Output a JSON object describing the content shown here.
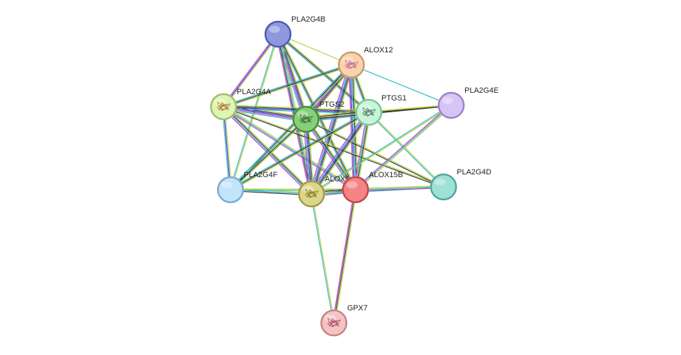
{
  "nodes": [
    {
      "id": "PLA2G4B",
      "label": "PLA2G4B",
      "color": "#8f97dd",
      "stroke": "#4c5aae",
      "structure": false
    },
    {
      "id": "ALOX12",
      "label": "ALOX12",
      "color": "#f8d3ad",
      "stroke": "#c99a6c",
      "structure": true,
      "glyph": "#c05a8a"
    },
    {
      "id": "PLA2G4A",
      "label": "PLA2G4A",
      "color": "#def5b5",
      "stroke": "#9fbf6a",
      "structure": true,
      "glyph": "#b06010"
    },
    {
      "id": "PTGS2",
      "label": "PTGS2",
      "color": "#86d07a",
      "stroke": "#3f8f36",
      "structure": true,
      "glyph": "#2d5a2a"
    },
    {
      "id": "PTGS1",
      "label": "PTGS1",
      "color": "#c7f5d8",
      "stroke": "#7cc49c",
      "structure": true,
      "glyph": "#3f6d55"
    },
    {
      "id": "PLA2G4E",
      "label": "PLA2G4E",
      "color": "#d8c3f7",
      "stroke": "#9c82c8",
      "structure": false
    },
    {
      "id": "PLA2G4F",
      "label": "PLA2G4F",
      "color": "#c2e4f9",
      "stroke": "#7aaad0",
      "structure": false
    },
    {
      "id": "ALOX5",
      "label": "ALOX5",
      "color": "#dcd68a",
      "stroke": "#9e9848",
      "structure": true,
      "glyph": "#7d7010"
    },
    {
      "id": "ALOX15B",
      "label": "ALOX15B",
      "color": "#f58486",
      "stroke": "#c24547",
      "structure": false
    },
    {
      "id": "PLA2G4D",
      "label": "PLA2G4D",
      "color": "#9fe1d6",
      "stroke": "#4ea798",
      "structure": false
    },
    {
      "id": "GPX7",
      "label": "GPX7",
      "color": "#f5c3c3",
      "stroke": "#c28686",
      "structure": true,
      "glyph": "#a0405a"
    }
  ],
  "edges": [
    {
      "a": "PLA2G4B",
      "b": "PLA2G4A",
      "types": [
        "yellowgreen",
        "blue",
        "purple"
      ]
    },
    {
      "a": "PLA2G4B",
      "b": "ALOX12",
      "types": [
        "yellowgreen"
      ]
    },
    {
      "a": "PLA2G4B",
      "b": "PTGS2",
      "types": [
        "yellowgreen",
        "black",
        "blue",
        "purple",
        "cyan"
      ]
    },
    {
      "a": "PLA2G4B",
      "b": "PTGS1",
      "types": [
        "yellowgreen",
        "black",
        "cyan"
      ]
    },
    {
      "a": "PLA2G4B",
      "b": "ALOX5",
      "types": [
        "yellowgreen",
        "cyan",
        "black",
        "purple"
      ]
    },
    {
      "a": "PLA2G4B",
      "b": "ALOX15B",
      "types": [
        "yellowgreen",
        "black",
        "cyan"
      ]
    },
    {
      "a": "PLA2G4B",
      "b": "PLA2G4F",
      "types": [
        "yellowgreen",
        "cyan"
      ]
    },
    {
      "a": "ALOX12",
      "b": "PLA2G4A",
      "types": [
        "yellowgreen",
        "black",
        "cyan"
      ]
    },
    {
      "a": "ALOX12",
      "b": "PTGS2",
      "types": [
        "yellowgreen",
        "black",
        "blue",
        "purple",
        "cyan"
      ]
    },
    {
      "a": "ALOX12",
      "b": "PTGS1",
      "types": [
        "yellowgreen",
        "black",
        "cyan"
      ]
    },
    {
      "a": "ALOX12",
      "b": "PLA2G4E",
      "types": [
        "cyan"
      ]
    },
    {
      "a": "ALOX12",
      "b": "ALOX5",
      "types": [
        "yellowgreen",
        "black",
        "blue",
        "cyan",
        "purple"
      ]
    },
    {
      "a": "ALOX12",
      "b": "ALOX15B",
      "types": [
        "yellowgreen",
        "black",
        "cyan",
        "blue",
        "purple"
      ]
    },
    {
      "a": "ALOX12",
      "b": "PLA2G4F",
      "types": [
        "yellowgreen",
        "black",
        "cyan"
      ]
    },
    {
      "a": "PLA2G4A",
      "b": "PTGS2",
      "types": [
        "yellowgreen",
        "black",
        "blue",
        "purple",
        "cyan"
      ]
    },
    {
      "a": "PLA2G4A",
      "b": "PTGS1",
      "types": [
        "yellowgreen",
        "black",
        "blue",
        "cyan"
      ]
    },
    {
      "a": "PLA2G4A",
      "b": "PLA2G4F",
      "types": [
        "yellowgreen",
        "blue",
        "cyan"
      ]
    },
    {
      "a": "PLA2G4A",
      "b": "ALOX5",
      "types": [
        "yellowgreen",
        "black",
        "cyan",
        "purple"
      ]
    },
    {
      "a": "PLA2G4A",
      "b": "ALOX15B",
      "types": [
        "yellowgreen",
        "cyan",
        "purple"
      ]
    },
    {
      "a": "PLA2G4A",
      "b": "PLA2G4D",
      "types": [
        "yellowgreen",
        "black"
      ]
    },
    {
      "a": "PTGS2",
      "b": "PTGS1",
      "types": [
        "yellowgreen",
        "black",
        "blue",
        "purple",
        "cyan"
      ]
    },
    {
      "a": "PTGS2",
      "b": "PLA2G4E",
      "types": [
        "yellowgreen",
        "black"
      ]
    },
    {
      "a": "PTGS2",
      "b": "PLA2G4F",
      "types": [
        "yellowgreen",
        "black",
        "cyan"
      ]
    },
    {
      "a": "PTGS2",
      "b": "ALOX5",
      "types": [
        "yellowgreen",
        "black",
        "blue",
        "cyan",
        "purple"
      ]
    },
    {
      "a": "PTGS2",
      "b": "ALOX15B",
      "types": [
        "yellowgreen",
        "black",
        "cyan",
        "purple"
      ]
    },
    {
      "a": "PTGS2",
      "b": "PLA2G4D",
      "types": [
        "yellowgreen",
        "black"
      ]
    },
    {
      "a": "PTGS1",
      "b": "PLA2G4E",
      "types": [
        "yellowgreen",
        "black"
      ]
    },
    {
      "a": "PTGS1",
      "b": "PLA2G4F",
      "types": [
        "yellowgreen",
        "black",
        "cyan"
      ]
    },
    {
      "a": "PTGS1",
      "b": "ALOX5",
      "types": [
        "yellowgreen",
        "black",
        "blue",
        "cyan",
        "purple"
      ]
    },
    {
      "a": "PTGS1",
      "b": "ALOX15B",
      "types": [
        "yellowgreen",
        "black",
        "cyan",
        "purple"
      ]
    },
    {
      "a": "PTGS1",
      "b": "PLA2G4D",
      "types": [
        "yellowgreen",
        "cyan"
      ]
    },
    {
      "a": "PLA2G4E",
      "b": "ALOX5",
      "types": [
        "yellowgreen",
        "cyan"
      ]
    },
    {
      "a": "PLA2G4E",
      "b": "ALOX15B",
      "types": [
        "yellowgreen",
        "cyan",
        "purple"
      ]
    },
    {
      "a": "PLA2G4F",
      "b": "ALOX5",
      "types": [
        "yellowgreen",
        "cyan",
        "black"
      ]
    },
    {
      "a": "PLA2G4F",
      "b": "ALOX15B",
      "types": [
        "yellowgreen",
        "cyan"
      ]
    },
    {
      "a": "ALOX5",
      "b": "ALOX15B",
      "types": [
        "yellowgreen",
        "black",
        "blue",
        "cyan",
        "purple"
      ]
    },
    {
      "a": "ALOX5",
      "b": "PLA2G4D",
      "types": [
        "yellowgreen",
        "cyan"
      ]
    },
    {
      "a": "ALOX5",
      "b": "GPX7",
      "types": [
        "yellowgreen",
        "cyan"
      ]
    },
    {
      "a": "ALOX15B",
      "b": "PLA2G4D",
      "types": [
        "yellowgreen",
        "cyan",
        "purple"
      ]
    },
    {
      "a": "ALOX15B",
      "b": "GPX7",
      "types": [
        "yellowgreen",
        "black",
        "purple"
      ]
    }
  ],
  "edge_colors": {
    "yellowgreen": "#b3cf3a",
    "black": "#333333",
    "blue": "#2f2fd8",
    "purple": "#c63ac6",
    "cyan": "#2eb8c8"
  }
}
